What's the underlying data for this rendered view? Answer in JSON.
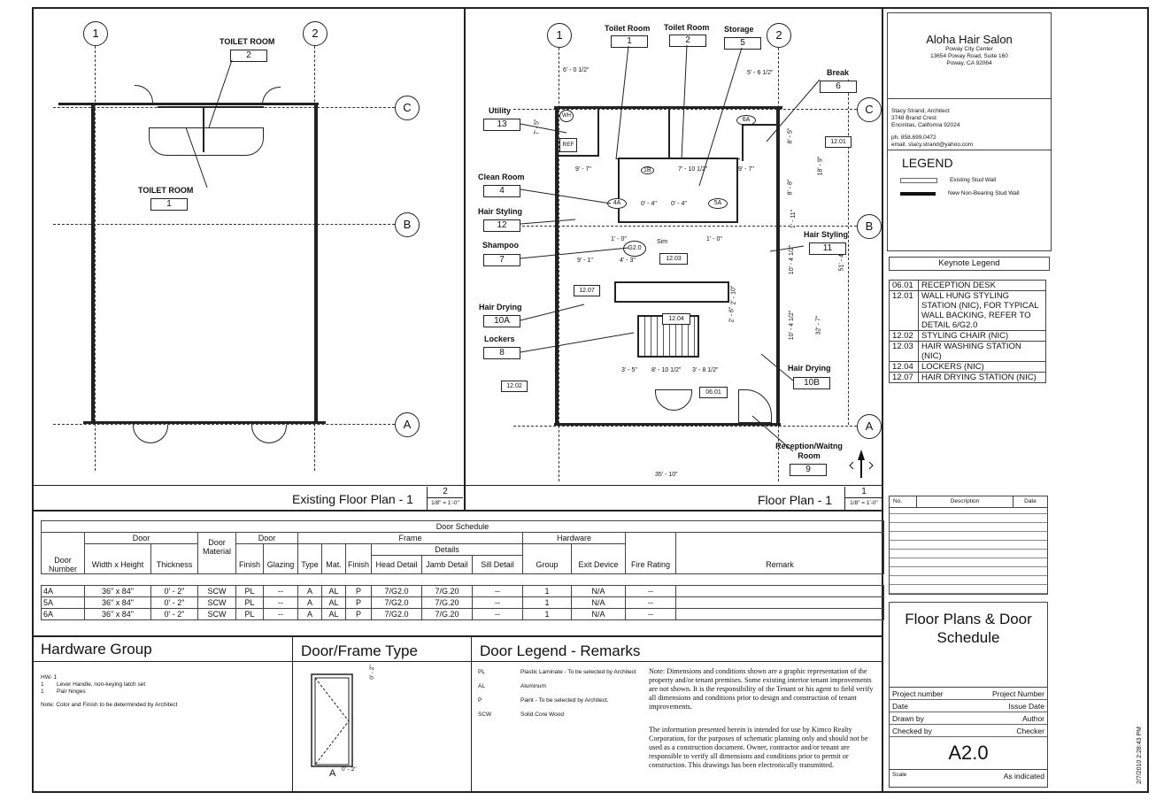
{
  "left_plan": {
    "title": "Existing Floor Plan - 1",
    "sheet_no": "2",
    "scale": "1/8\" = 1'-0\"",
    "grid_cols": [
      "1",
      "2"
    ],
    "grid_rows": [
      "C",
      "B",
      "A"
    ],
    "tags": [
      {
        "name": "TOILET ROOM",
        "no": "2"
      },
      {
        "name": "TOILET ROOM",
        "no": "1"
      }
    ]
  },
  "right_plan": {
    "title": "Floor Plan - 1",
    "sheet_no": "1",
    "scale": "1/8\" = 1'-0\"",
    "grid_cols": [
      "1",
      "2"
    ],
    "grid_rows": [
      "C",
      "B",
      "A"
    ],
    "room_tags": [
      {
        "name": "Toilet Room",
        "no": "1"
      },
      {
        "name": "Toilet Room",
        "no": "2"
      },
      {
        "name": "Storage",
        "no": "5"
      },
      {
        "name": "Break",
        "no": "6"
      },
      {
        "name": "Utility",
        "no": "13"
      },
      {
        "name": "Clean Room",
        "no": "4"
      },
      {
        "name": "Hair Styling",
        "no": "12"
      },
      {
        "name": "Shampoo",
        "no": "7"
      },
      {
        "name": "Hair Drying",
        "no": "10A"
      },
      {
        "name": "Lockers",
        "no": "8"
      },
      {
        "name": "Hair Styling",
        "no": "11"
      },
      {
        "name": "Hair Drying",
        "no": "10B"
      },
      {
        "name": "Reception/Waitng Room",
        "no": "9"
      }
    ],
    "keynote_tags": [
      "12.01",
      "12.03",
      "12.07",
      "12.04",
      "12.02",
      "06.01"
    ],
    "door_tags": [
      "6A",
      "4A",
      "5A"
    ],
    "dims": [
      "6' - 0 1/2\"",
      "5' - 6 1/2\"",
      "7' - 5\"",
      "9' - 7\"",
      "7' - 10 1/2\"",
      "9' - 7\"",
      "0' - 4\"",
      "0' - 4\"",
      "1' - 0\"",
      "1' - 0\"",
      "9' - 1\"",
      "4' - 3\"",
      "3' - 5\"",
      "8' - 10 1/2\"",
      "3' - 8 1/2\"",
      "35' - 10\"",
      "8' - 5\"",
      "8' - 8\"",
      "18' - 9\"",
      "1' - 11\"",
      "10' - 4 1/2\"",
      "10' - 4 1/2\"",
      "32' - 7\"",
      "51' - 4\"",
      "2' - 10\"",
      "2' - 6\""
    ],
    "misc": [
      "WH",
      "REF",
      "G2.0",
      "Sim",
      "1B"
    ]
  },
  "title_block": {
    "project_name": "Aloha Hair Salon",
    "address": [
      "Poway City Center",
      "13654 Poway Road, Suite 160",
      "Poway, CA 92064"
    ],
    "architect": [
      "Stacy Strand, Architect",
      "3748 Brand Crest",
      "Encinitas, California 92024"
    ],
    "contact": [
      "ph. 858.699.0472",
      "email. stacy.strand@yahoo.com"
    ],
    "legend_title": "LEGEND",
    "legend_items": [
      "Existing Stud Wall",
      "New Non-Bearing Stud Wall"
    ],
    "keynote_title": "Keynote Legend",
    "keynotes": [
      {
        "code": "06.01",
        "text": "RECEPTION DESK"
      },
      {
        "code": "12.01",
        "text": "WALL HUNG STYLING STATION (NIC), FOR TYPICAL WALL BACKING, REFER TO DETAIL 6/G2.0"
      },
      {
        "code": "12.02",
        "text": "STYLING CHAIR (NIC)"
      },
      {
        "code": "12.03",
        "text": "HAIR WASHING STATION (NIC)"
      },
      {
        "code": "12.04",
        "text": "LOCKERS (NIC)"
      },
      {
        "code": "12.07",
        "text": "HAIR DRYING STATION (NIC)"
      }
    ],
    "rev_headers": [
      "No.",
      "Description",
      "Date"
    ],
    "sheet_title": "Floor Plans & Door Schedule",
    "fields": [
      {
        "label": "Project number",
        "value": "Project Number"
      },
      {
        "label": "Date",
        "value": "Issue Date"
      },
      {
        "label": "Drawn by",
        "value": "Author"
      },
      {
        "label": "Checked by",
        "value": "Checker"
      }
    ],
    "sheet_number": "A2.0",
    "scale_label": "Scale",
    "scale_value": "As indicated",
    "timestamp": "2/7/2010 2:28:43 PM"
  },
  "door_schedule": {
    "title": "Door Schedule",
    "rows": [
      [
        "4A",
        "36\" x 84\"",
        "0' - 2\"",
        "SCW",
        "PL",
        "--",
        "A",
        "AL",
        "P",
        "7/G2.0",
        "7/G.20",
        "--",
        "1",
        "N/A",
        "--",
        ""
      ],
      [
        "5A",
        "36\" x 84\"",
        "0' - 2\"",
        "SCW",
        "PL",
        "--",
        "A",
        "AL",
        "P",
        "7/G2.0",
        "7/G.20",
        "--",
        "1",
        "N/A",
        "--",
        ""
      ],
      [
        "6A",
        "36\" x 84\"",
        "0' - 2\"",
        "SCW",
        "PL",
        "--",
        "A",
        "AL",
        "P",
        "7/G2.0",
        "7/G.20",
        "--",
        "1",
        "N/A",
        "--",
        ""
      ]
    ],
    "h": {
      "door": "Door",
      "door2": "Door",
      "door3": "Door",
      "frame": "Frame",
      "details": "Details",
      "hardware": "Hardware",
      "number": "Door Number",
      "width_height": "Width x Height",
      "thickness": "Thickness",
      "material": "Door Material",
      "finish": "Finish",
      "glazing": "Glazing",
      "type": "Type",
      "mat": "Mat.",
      "ffinish": "Finish",
      "head": "Head Detail",
      "jamb": "Jamb Detail",
      "sill": "Sill Detail",
      "group": "Group",
      "exit": "Exit Device",
      "fire": "Fire Rating",
      "remark": "Remark"
    }
  },
  "hardware_group": {
    "title": "Hardware Group",
    "lines": [
      "HW- 1",
      "1        Lever Handle, non-keying latch set",
      "1        Pair hinges"
    ],
    "note": "Note: Color and Finish to be determinded by Architect"
  },
  "frame_type": {
    "title": "Door/Frame Type",
    "label": "A",
    "dim1": "0' - 2\"",
    "dim2": "0' - 2\""
  },
  "door_legend": {
    "title": "Door Legend - Remarks",
    "items": [
      {
        "code": "PL",
        "text": "Plastic Laminate - To be selected by Architect"
      },
      {
        "code": "AL",
        "text": "Aluminum"
      },
      {
        "code": "P",
        "text": "Paint - To be selected by Architect."
      },
      {
        "code": "SCW",
        "text": "Solid Core Wood"
      }
    ],
    "note1": "Note: Dimensions and conditions shown are a graphic representation of the property and/or tenant premises.  Some existing interior tenant improvements are not shown.  It is the responsibility of the Tenant or his agent to field verify all dimensions and conditions prior to design and construction of tenant improvements.",
    "note2": "The information presented herein is intended for use by Kimco Realty Corporation, for the purposes of schematic planning only and should not be used as a construction document.  Owner, contractor and/or tenant are responsible to verify all dimensions and conditions prior to permit or construction.  This drawings has been electronically transmitted."
  }
}
